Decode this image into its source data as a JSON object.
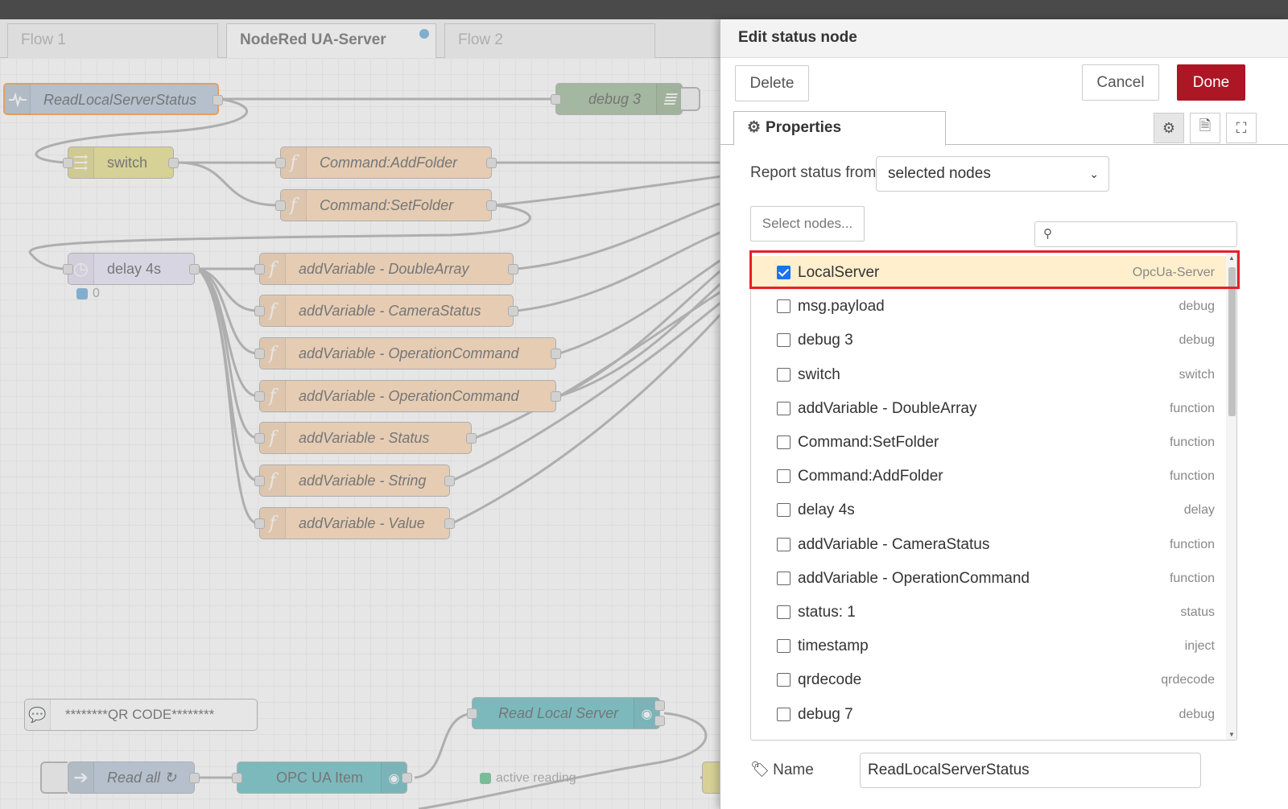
{
  "tabs": [
    {
      "label": "Flow 1"
    },
    {
      "label": "NodeRed UA-Server"
    },
    {
      "label": "Flow 2"
    }
  ],
  "flow_nodes": {
    "read_local_server_status": "ReadLocalServerStatus",
    "debug3": "debug 3",
    "switch": "switch",
    "cmd_add_folder": "Command:AddFolder",
    "cmd_set_folder": "Command:SetFolder",
    "delay": "delay 4s",
    "delay_count": "0",
    "add_double_array": "addVariable - DoubleArray",
    "add_camera_status": "addVariable - CameraStatus",
    "add_operation_command_1": "addVariable - OperationCommand",
    "add_operation_command_2": "addVariable - OperationCommand",
    "add_status": "addVariable - Status",
    "add_string": "addVariable - String",
    "add_value": "addVariable - Value",
    "qr_comment": "********QR CODE********",
    "read_local_server": "Read Local Server",
    "read_local_server_status_text": "active reading",
    "read_all": "Read all ↻",
    "opc_ua_item": "OPC UA Item"
  },
  "tray": {
    "title": "Edit status node",
    "delete_label": "Delete",
    "cancel_label": "Cancel",
    "done_label": "Done",
    "properties_tab": "Properties",
    "report_label": "Report status from",
    "report_value": "selected nodes",
    "select_nodes_label": "Select nodes...",
    "search_value": "",
    "name_label": "Name",
    "name_value": "ReadLocalServerStatus"
  },
  "node_list": [
    {
      "name": "LocalServer",
      "type": "OpcUa-Server",
      "checked": true
    },
    {
      "name": "msg.payload",
      "type": "debug",
      "checked": false
    },
    {
      "name": "debug 3",
      "type": "debug",
      "checked": false
    },
    {
      "name": "switch",
      "type": "switch",
      "checked": false
    },
    {
      "name": "addVariable - DoubleArray",
      "type": "function",
      "checked": false
    },
    {
      "name": "Command:SetFolder",
      "type": "function",
      "checked": false
    },
    {
      "name": "Command:AddFolder",
      "type": "function",
      "checked": false
    },
    {
      "name": "delay 4s",
      "type": "delay",
      "checked": false
    },
    {
      "name": "addVariable - CameraStatus",
      "type": "function",
      "checked": false
    },
    {
      "name": "addVariable - OperationCommand",
      "type": "function",
      "checked": false
    },
    {
      "name": "status: 1",
      "type": "status",
      "checked": false
    },
    {
      "name": "timestamp",
      "type": "inject",
      "checked": false
    },
    {
      "name": "qrdecode",
      "type": "qrdecode",
      "checked": false
    },
    {
      "name": "debug 7",
      "type": "debug",
      "checked": false
    }
  ],
  "colors": {
    "done_button": "#ad1625",
    "selection_highlight": "#e5202a",
    "selected_row": "#ffefcc",
    "checkbox": "#1a73e8"
  }
}
